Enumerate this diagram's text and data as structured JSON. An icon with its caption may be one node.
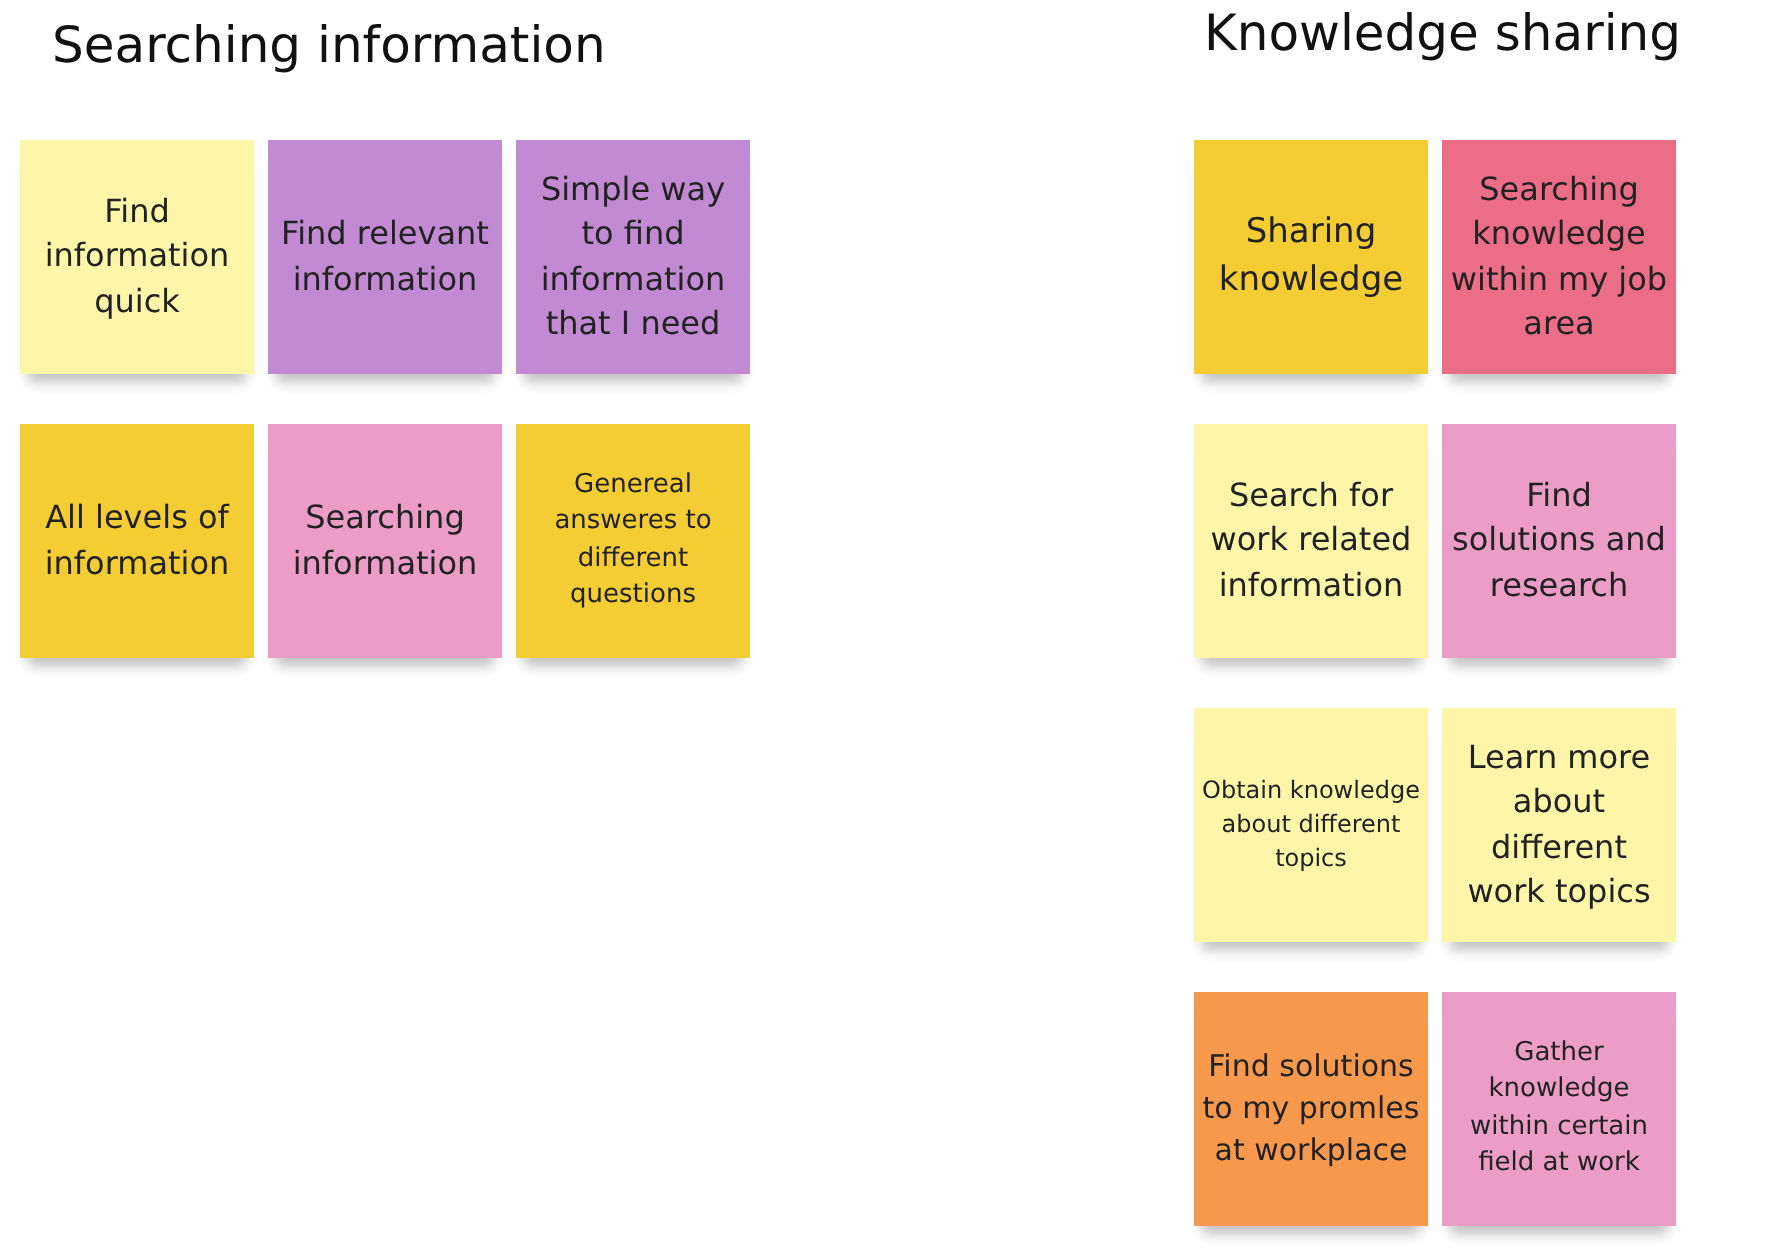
{
  "diagram": {
    "nodes": [
      {
        "text": [
          "Find information quick"
        ]
      },
      {
        "text": [
          "Find relevant information"
        ]
      },
      {
        "text": [
          "Simple way to find information that I need"
        ]
      },
      {
        "text": [
          "All levels of information"
        ]
      },
      {
        "text": [
          "Searching information"
        ]
      },
      {
        "text": [
          "Genereal answeres to different questions"
        ]
      },
      {
        "text": [
          "Sharing knowledge"
        ]
      },
      {
        "text": [
          "Searching knowledge within my job area"
        ]
      },
      {
        "text": [
          "Search for work related information"
        ]
      },
      {
        "text": [
          "Find solutions and research"
        ]
      },
      {
        "text": [
          "Obtain knowledge about different topics"
        ]
      },
      {
        "text": [
          "Learn more about different work topics"
        ]
      },
      {
        "text": [
          "Find solutions to my promles at workplace"
        ]
      },
      {
        "text": [
          "Gather knowledge within certain field at work"
        ]
      }
    ],
    "edges": [],
    "labels": [
      "Searching information",
      "Knowledge sharing"
    ]
  }
}
